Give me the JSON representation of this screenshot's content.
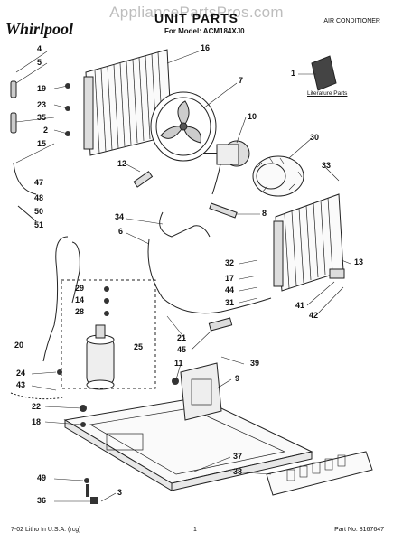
{
  "header": {
    "watermark": "AppliancePartsPros.com",
    "brand": "Whirlpool",
    "title": "UNIT PARTS",
    "model_line": "For Model: ACM184XJ0",
    "product": "AIR CONDITIONER"
  },
  "literature_label": "Literature Parts",
  "footer": {
    "left": "7-02 Litho In U.S.A. (rcg)",
    "center": "1",
    "right": "Part No. 8167647"
  },
  "callouts": [
    "4",
    "5",
    "19",
    "23",
    "35",
    "2",
    "15",
    "16",
    "7",
    "1",
    "10",
    "30",
    "12",
    "33",
    "8",
    "34",
    "6",
    "47",
    "48",
    "50",
    "51",
    "13",
    "32",
    "17",
    "44",
    "31",
    "41",
    "42",
    "29",
    "14",
    "28",
    "25",
    "21",
    "45",
    "20",
    "39",
    "11",
    "9",
    "24",
    "43",
    "22",
    "18",
    "37",
    "38",
    "49",
    "36",
    "3"
  ]
}
